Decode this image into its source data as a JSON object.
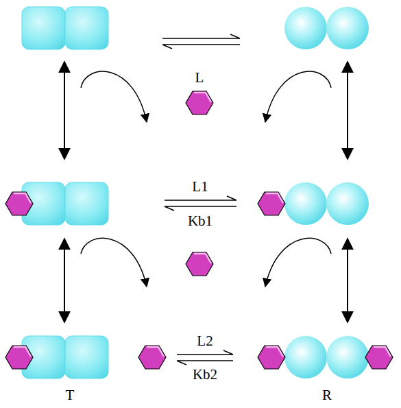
{
  "diagram": {
    "labels": [
      "L",
      "L1",
      "Kb1",
      "L2",
      "Kb2",
      "T",
      "R"
    ]
  }
}
